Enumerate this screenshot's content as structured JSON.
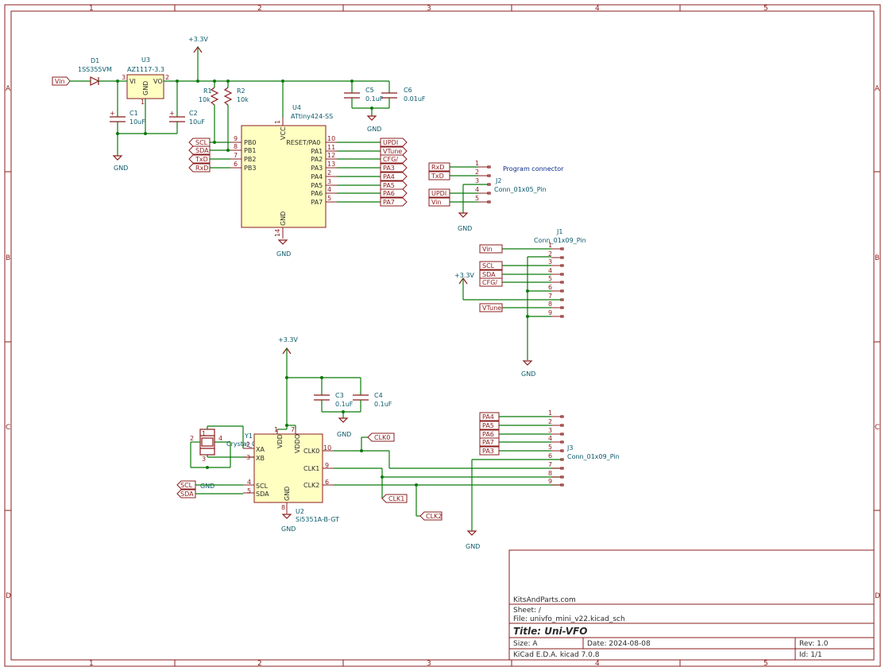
{
  "frame": {
    "columns": [
      "1",
      "2",
      "3",
      "4",
      "5"
    ],
    "rows": [
      "A",
      "B",
      "C",
      "D"
    ]
  },
  "power": {
    "v33": "+3.3V",
    "gnd": "GND"
  },
  "components": {
    "d1": {
      "ref": "D1",
      "value": "1SS355VM"
    },
    "u3": {
      "ref": "U3",
      "value": "AZ1117-3.3",
      "pin_vi": "VI",
      "pin_vo": "VO",
      "pin_gnd": "GND",
      "n3": "3",
      "n2": "2",
      "n1": "1"
    },
    "c1": {
      "ref": "C1",
      "value": "10uF"
    },
    "c2": {
      "ref": "C2",
      "value": "10uF"
    },
    "r1": {
      "ref": "R1",
      "value": "10k"
    },
    "r2": {
      "ref": "R2",
      "value": "10k"
    },
    "c5": {
      "ref": "C5",
      "value": "0.1uF"
    },
    "c6": {
      "ref": "C6",
      "value": "0.01uF"
    },
    "u4": {
      "ref": "U4",
      "value": "ATtiny424-SS",
      "vcc": "VCC",
      "gnd": "GND",
      "n1": "1",
      "n14": "14"
    },
    "j2": {
      "ref": "J2",
      "value": "Conn_01x05_Pin",
      "note": "Program connector"
    },
    "j1": {
      "ref": "J1",
      "value": "Conn_01x09_Pin"
    },
    "c3": {
      "ref": "C3",
      "value": "0.1uF"
    },
    "c4": {
      "ref": "C4",
      "value": "0.1uF"
    },
    "y1": {
      "ref": "Y1",
      "value": "Crystal_GND24",
      "n1": "1",
      "n2": "2",
      "n3": "3",
      "n4": "4"
    },
    "u2": {
      "ref": "U2",
      "value": "Si5351A-B-GT",
      "vdd": "VDD",
      "vddo": "VDDO",
      "gnd": "GND",
      "xa": "XA",
      "xb": "XB",
      "scl": "SCL",
      "sda": "SDA",
      "clk0": "CLK0",
      "clk1": "CLK1",
      "clk2": "CLK2",
      "n1": "1",
      "n7": "7",
      "n2": "2",
      "n3": "3",
      "n4": "4",
      "n5": "5",
      "n8": "8",
      "n10": "10",
      "n9": "9",
      "n6": "6"
    },
    "j3": {
      "ref": "J3",
      "value": "Conn_01x09_Pin"
    }
  },
  "u4_left_pins": [
    {
      "label": "SCL",
      "pin": "PB0",
      "num": "9"
    },
    {
      "label": "SDA",
      "pin": "PB1",
      "num": "8"
    },
    {
      "label": "TxD",
      "pin": "PB2",
      "num": "7"
    },
    {
      "label": "RxD",
      "pin": "PB3",
      "num": "6"
    }
  ],
  "u4_right_pins": [
    {
      "pin": "RESET/PA0",
      "num": "10",
      "label": "UPDI"
    },
    {
      "pin": "PA1",
      "num": "11",
      "label": "VTune"
    },
    {
      "pin": "PA2",
      "num": "12",
      "label": "CFG/"
    },
    {
      "pin": "PA3",
      "num": "13",
      "label": "PA3"
    },
    {
      "pin": "PA4",
      "num": "2",
      "label": "PA4"
    },
    {
      "pin": "PA5",
      "num": "3",
      "label": "PA5"
    },
    {
      "pin": "PA6",
      "num": "4",
      "label": "PA6"
    },
    {
      "pin": "PA7",
      "num": "5",
      "label": "PA7"
    }
  ],
  "j2_pins": [
    {
      "num": "1",
      "label": "RxD"
    },
    {
      "num": "2",
      "label": "TxD"
    },
    {
      "num": "3",
      "label": ""
    },
    {
      "num": "4",
      "label": "UPDI"
    },
    {
      "num": "5",
      "label": "Vin"
    }
  ],
  "j1_pins": [
    {
      "num": "1",
      "label": "Vin"
    },
    {
      "num": "2",
      "label": ""
    },
    {
      "num": "3",
      "label": "SCL"
    },
    {
      "num": "4",
      "label": "SDA"
    },
    {
      "num": "5",
      "label": "CFG/"
    },
    {
      "num": "6",
      "label": ""
    },
    {
      "num": "7",
      "label": ""
    },
    {
      "num": "8",
      "label": "VTune"
    },
    {
      "num": "9",
      "label": ""
    }
  ],
  "j3_pins": [
    {
      "num": "1",
      "label": "PA4"
    },
    {
      "num": "2",
      "label": "PA5"
    },
    {
      "num": "3",
      "label": "PA6"
    },
    {
      "num": "4",
      "label": "PA7"
    },
    {
      "num": "5",
      "label": "PA3"
    },
    {
      "num": "6",
      "label": ""
    },
    {
      "num": "7",
      "label": ""
    },
    {
      "num": "8",
      "label": ""
    },
    {
      "num": "9",
      "label": ""
    }
  ],
  "labels": {
    "vin": "Vin",
    "scl": "SCL",
    "sda": "SDA",
    "clk0": "CLK0",
    "clk1": "CLK1",
    "clk2": "CLK2"
  },
  "title_block": {
    "company": "KitsAndParts.com",
    "sheet": "Sheet: /",
    "file": "File: univfo_mini_v22.kicad_sch",
    "title": "Title: Uni-VFO",
    "size": "Size: A",
    "date": "Date: 2024-08-08",
    "rev": "Rev: 1.0",
    "tool": "KiCad E.D.A.  kicad 7.0.8",
    "id": "Id: 1/1"
  }
}
